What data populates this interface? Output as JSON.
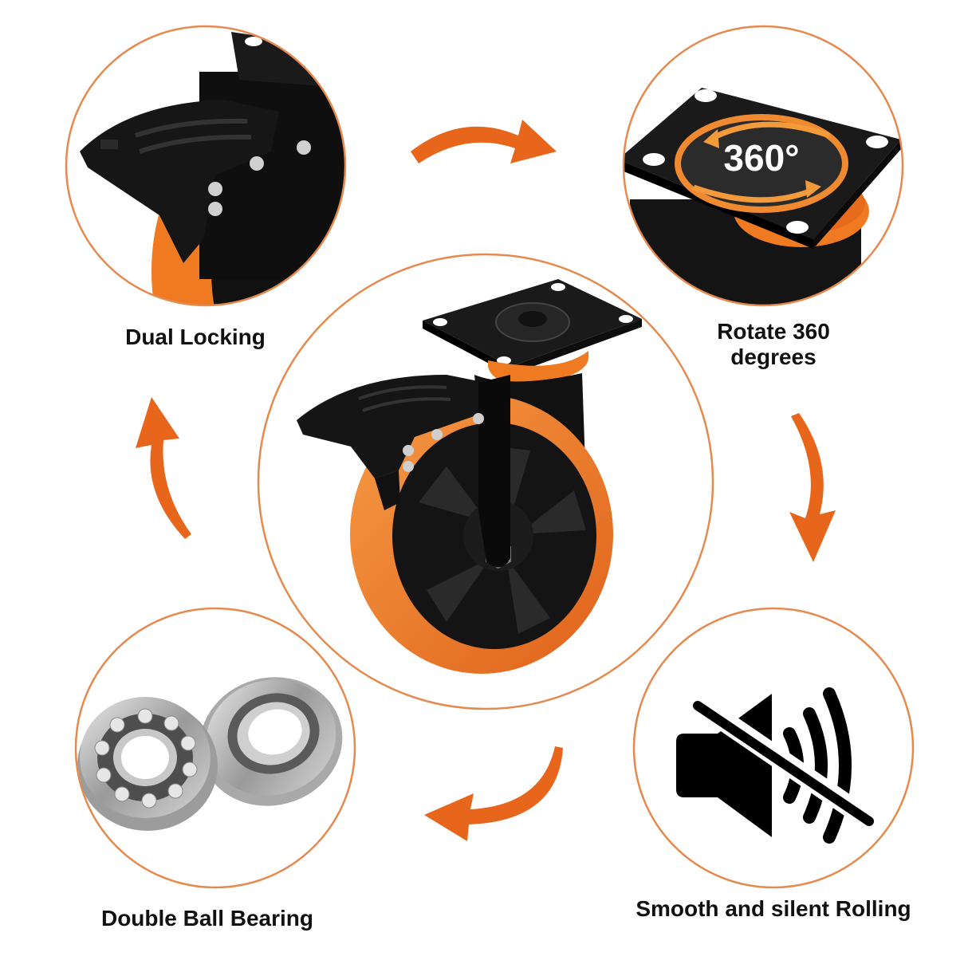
{
  "colors": {
    "accent": "#e8651c",
    "ring": "#e58a4f",
    "wheel_orange": "#f07a22",
    "metal_black": "#151515",
    "text": "#111111"
  },
  "center": {
    "image": "swivel-caster-wheel-with-brake"
  },
  "features": {
    "locking": {
      "label": "Dual Locking",
      "icon": "brake-pedal-closeup"
    },
    "rotate": {
      "label_line1": "Rotate 360",
      "label_line2": "degrees",
      "badge": "360°",
      "icon": "swivel-plate-closeup"
    },
    "silent": {
      "label": "Smooth and silent Rolling",
      "icon": "muted-speaker-icon"
    },
    "bearing": {
      "label": "Double Ball Bearing",
      "icon": "ball-bearings"
    }
  },
  "arrows": [
    "arrow-top-right",
    "arrow-right-down",
    "arrow-bottom-left",
    "arrow-left-up"
  ]
}
